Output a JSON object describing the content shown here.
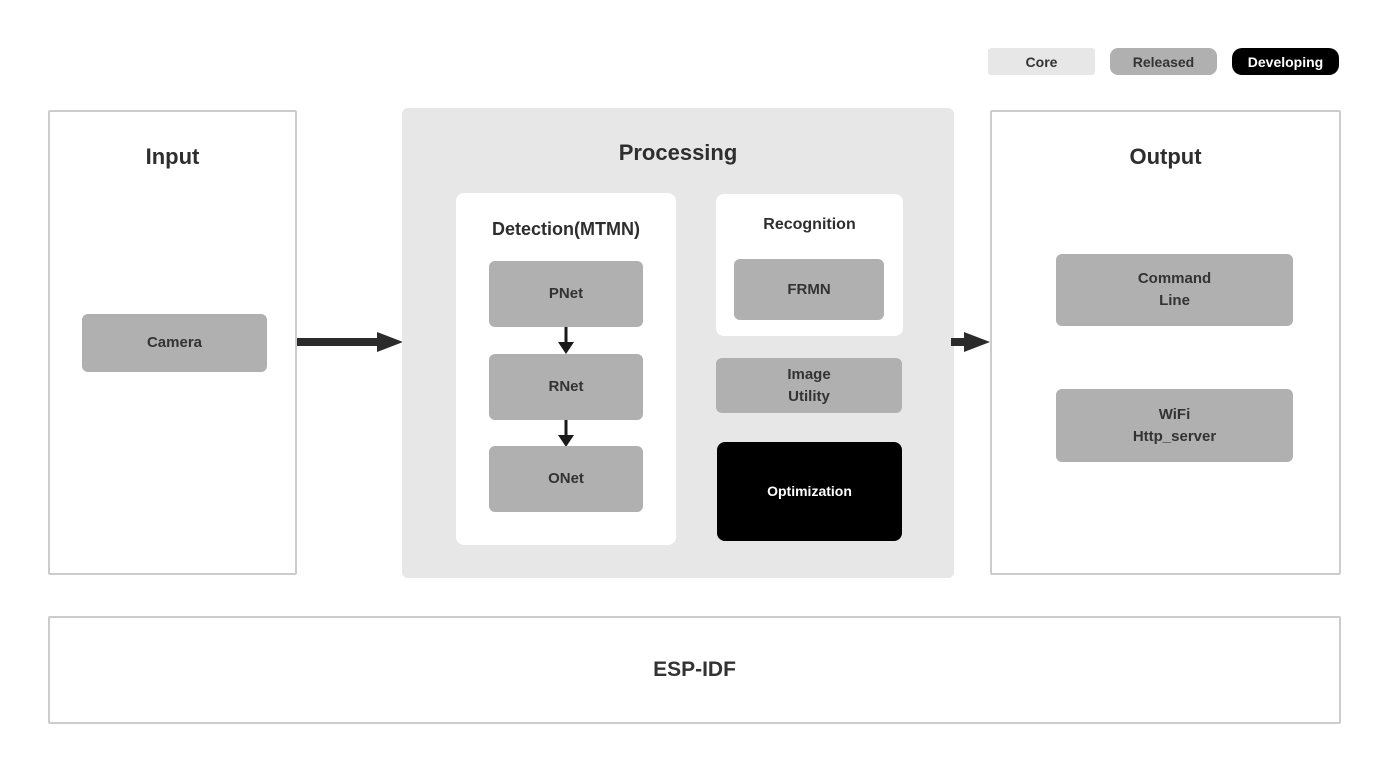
{
  "legend": {
    "items": [
      {
        "label": "Core",
        "bg": "#e7e7e7",
        "fg": "#333333"
      },
      {
        "label": "Released",
        "bg": "#b0b0b0",
        "fg": "#333333"
      },
      {
        "label": "Developing",
        "bg": "#000000",
        "fg": "#ffffff"
      }
    ]
  },
  "input": {
    "title": "Input",
    "nodes": [
      {
        "label": "Camera",
        "status": "Released"
      }
    ]
  },
  "processing": {
    "title": "Processing",
    "detection": {
      "title": "Detection(MTMN)",
      "nodes": [
        "PNet",
        "RNet",
        "ONet"
      ]
    },
    "recognition": {
      "title": "Recognition",
      "nodes": [
        "FRMN"
      ]
    },
    "image_utility": {
      "label": "Image\nUtility",
      "status": "Released"
    },
    "optimization": {
      "label": "Optimization",
      "status": "Developing"
    }
  },
  "output": {
    "title": "Output",
    "nodes": [
      {
        "label": "Command\nLine",
        "status": "Released"
      },
      {
        "label": "WiFi\nHttp_server",
        "status": "Released"
      }
    ]
  },
  "foundation": {
    "label": "ESP-IDF",
    "status": "Core"
  },
  "colors": {
    "released_node_bg": "#b0b0b0",
    "core_bg": "#e7e7e7",
    "developing_bg": "#000000",
    "panel_border": "#cccccc",
    "text_dark": "#333333",
    "arrow": "#2b2b2b"
  }
}
